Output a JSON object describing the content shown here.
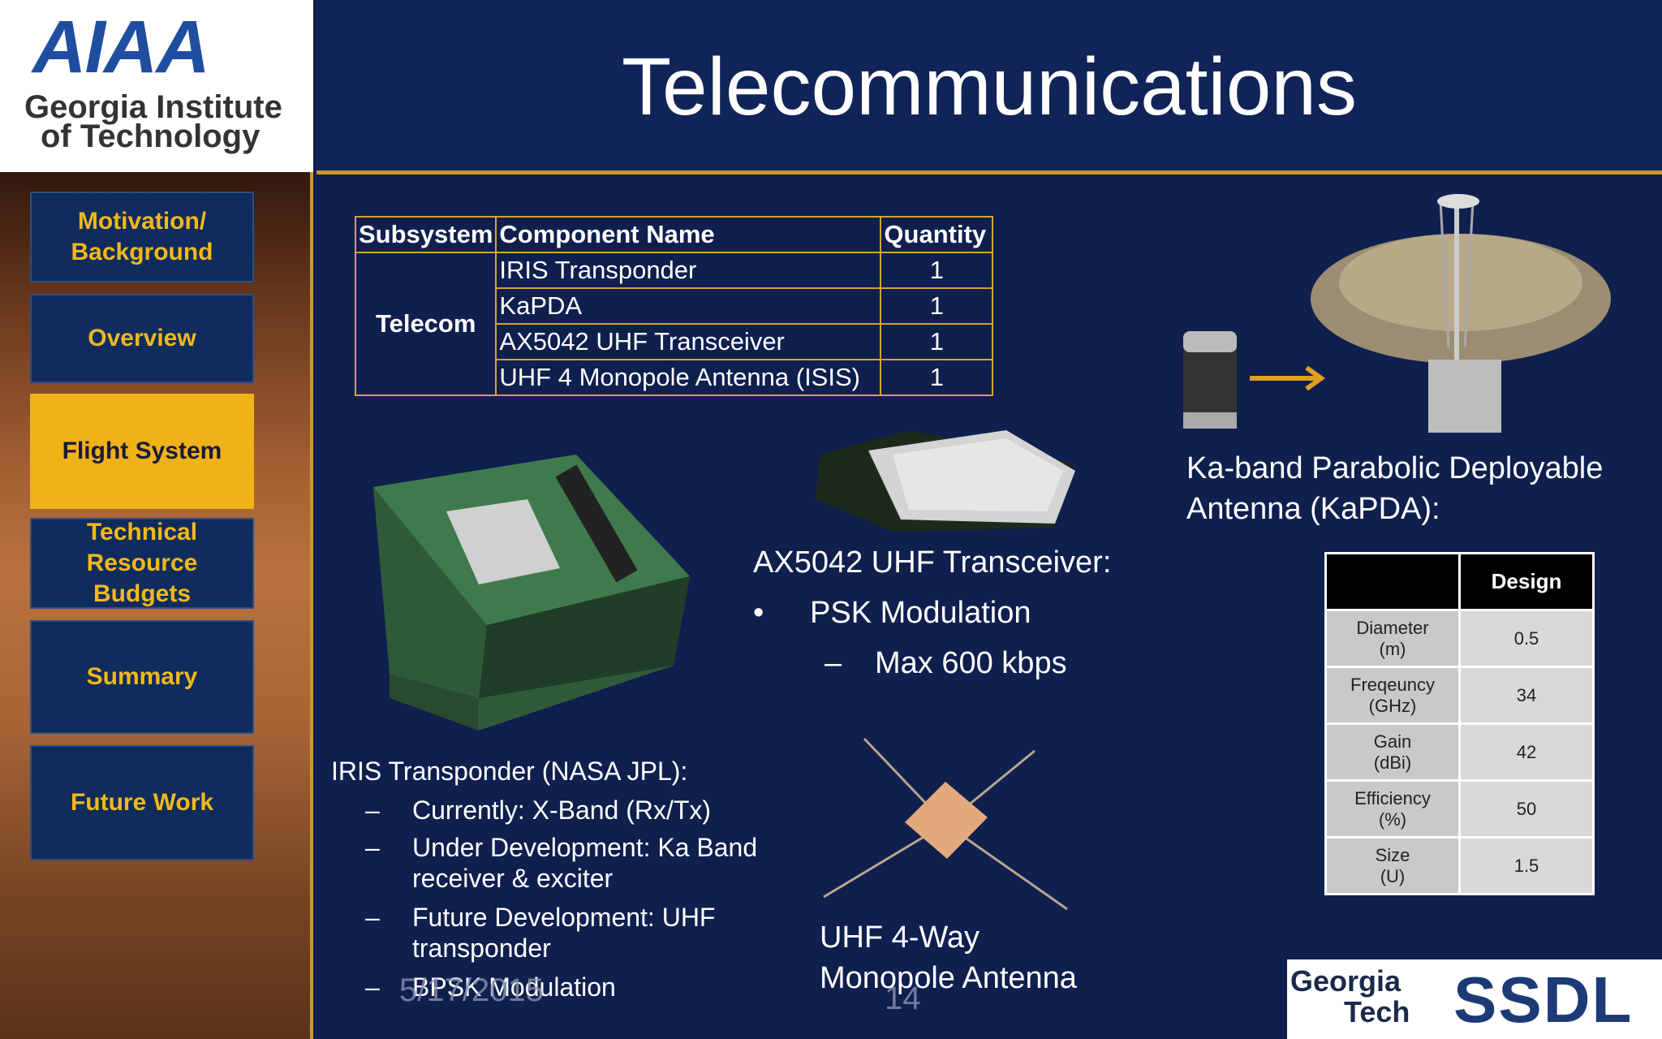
{
  "logo": {
    "aiaa": "AIAA",
    "gt_line1": "Georgia Institute",
    "gt_line2": "of Technology"
  },
  "title": "Telecommunications",
  "nav": [
    {
      "label": "Motivation/ Background"
    },
    {
      "label": "Overview"
    },
    {
      "label": "Flight System"
    },
    {
      "label": "Technical Resource Budgets"
    },
    {
      "label": "Summary"
    },
    {
      "label": "Future Work"
    }
  ],
  "component_table": {
    "headers": [
      "Subsystem",
      "Component Name",
      "Quantity"
    ],
    "subsystem": "Telecom",
    "rows": [
      {
        "name": "IRIS Transponder",
        "qty": "1"
      },
      {
        "name": "KaPDA",
        "qty": "1"
      },
      {
        "name": "AX5042 UHF Transceiver",
        "qty": "1"
      },
      {
        "name": "UHF 4 Monopole Antenna (ISIS)",
        "qty": "1"
      }
    ]
  },
  "ax5042": {
    "title": "AX5042 UHF Transceiver:",
    "bullet": "PSK Modulation",
    "sub": "Max 600 kbps"
  },
  "kapda": {
    "title1": "Ka-band Parabolic Deployable",
    "title2": "Antenna (KaPDA):"
  },
  "spec_table": {
    "header": "Design",
    "rows": [
      {
        "l1": "Diameter",
        "l2": "(m)",
        "v": "0.5"
      },
      {
        "l1": "Freqeuncy",
        "l2": "(GHz)",
        "v": "34"
      },
      {
        "l1": "Gain",
        "l2": "(dBi)",
        "v": "42"
      },
      {
        "l1": "Efficiency",
        "l2": "(%)",
        "v": "50"
      },
      {
        "l1": "Size",
        "l2": "(U)",
        "v": "1.5"
      }
    ]
  },
  "iris": {
    "title": "IRIS Transponder (NASA JPL):",
    "items": [
      {
        "l1": "Currently:  X-Band (Rx/Tx)",
        "l2": ""
      },
      {
        "l1": "Under Development: Ka Band",
        "l2": "receiver & exciter"
      },
      {
        "l1": "Future Development: UHF",
        "l2": "transponder"
      },
      {
        "l1": "BPSK Modulation",
        "l2": ""
      }
    ]
  },
  "uhf": {
    "l1": "UHF 4-Way",
    "l2": "Monopole Antenna"
  },
  "footer": {
    "date": "5/17/2015",
    "page": "14"
  },
  "bottom_logo": {
    "georgia": "Georgia",
    "tech": "Tech",
    "ssdl": "SSDL"
  },
  "bullets": {
    "dot": "•",
    "dash": "–"
  },
  "colors": {
    "navy": "#102458",
    "gold": "#c79a2e",
    "nav_text": "#f2b81b",
    "active": "#efb218"
  }
}
